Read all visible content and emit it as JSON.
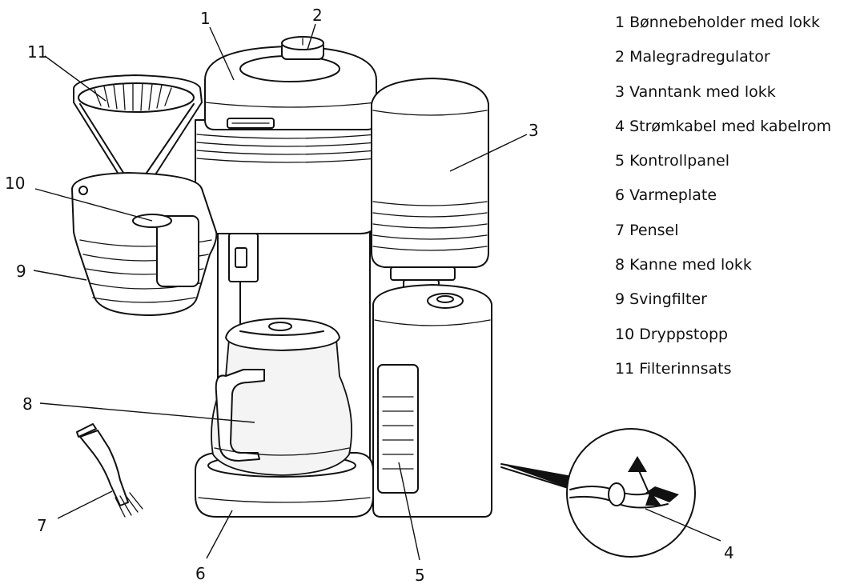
{
  "callouts": [
    "1",
    "2",
    "3",
    "4",
    "5",
    "6",
    "7",
    "8",
    "9",
    "10",
    "11"
  ],
  "legend": [
    {
      "num": "1",
      "text": "Bønnebeholder med lokk"
    },
    {
      "num": "2",
      "text": "Malegradregulator"
    },
    {
      "num": "3",
      "text": "Vanntank med lokk"
    },
    {
      "num": "4",
      "text": "Strømkabel med kabelrom"
    },
    {
      "num": "5",
      "text": "Kontrollpanel"
    },
    {
      "num": "6",
      "text": "Varmeplate"
    },
    {
      "num": "7",
      "text": "Pensel"
    },
    {
      "num": "8",
      "text": "Kanne med lokk"
    },
    {
      "num": "9",
      "text": "Svingfilter"
    },
    {
      "num": "10",
      "text": "Dryppstopp"
    },
    {
      "num": "11",
      "text": "Filterinnsats"
    }
  ]
}
